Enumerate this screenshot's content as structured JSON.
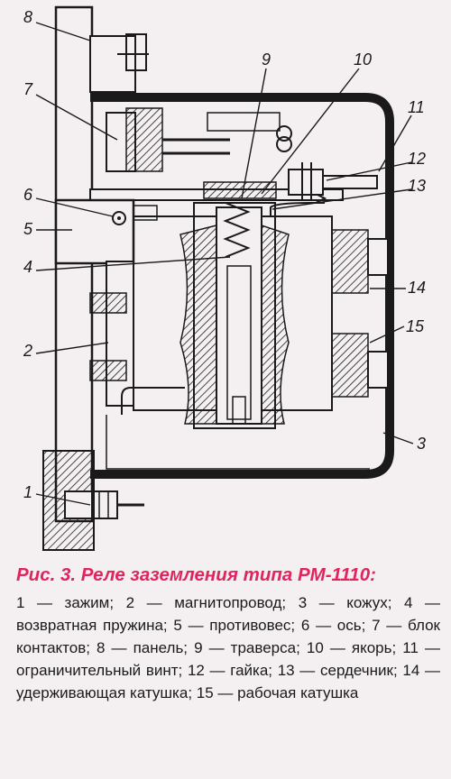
{
  "figure": {
    "callouts": [
      {
        "id": "8",
        "label": "8"
      },
      {
        "id": "7",
        "label": "7"
      },
      {
        "id": "9",
        "label": "9"
      },
      {
        "id": "10",
        "label": "10"
      },
      {
        "id": "11",
        "label": "11"
      },
      {
        "id": "12",
        "label": "12"
      },
      {
        "id": "6",
        "label": "6"
      },
      {
        "id": "13",
        "label": "13"
      },
      {
        "id": "5",
        "label": "5"
      },
      {
        "id": "4",
        "label": "4"
      },
      {
        "id": "14",
        "label": "14"
      },
      {
        "id": "2",
        "label": "2"
      },
      {
        "id": "15",
        "label": "15"
      },
      {
        "id": "3",
        "label": "3"
      },
      {
        "id": "1",
        "label": "1"
      }
    ]
  },
  "caption": {
    "title": "Рис. 3. Реле заземления типа РМ-1110:",
    "body": "1 — зажим; 2 — магнитопровод; 3 — кожух; 4 — возвратная пружина; 5 — противовес; 6 — ось; 7 — блок контактов; 8 — панель; 9 — траверса; 10 — якорь; 11 — ограничительный винт; 12 — гайка; 13 — сердечник; 14 — удерживающая катушка; 15 — рабочая катушка"
  },
  "colors": {
    "accent": "#e0245e",
    "line": "#1a1a1a",
    "background": "#f4eff1"
  }
}
